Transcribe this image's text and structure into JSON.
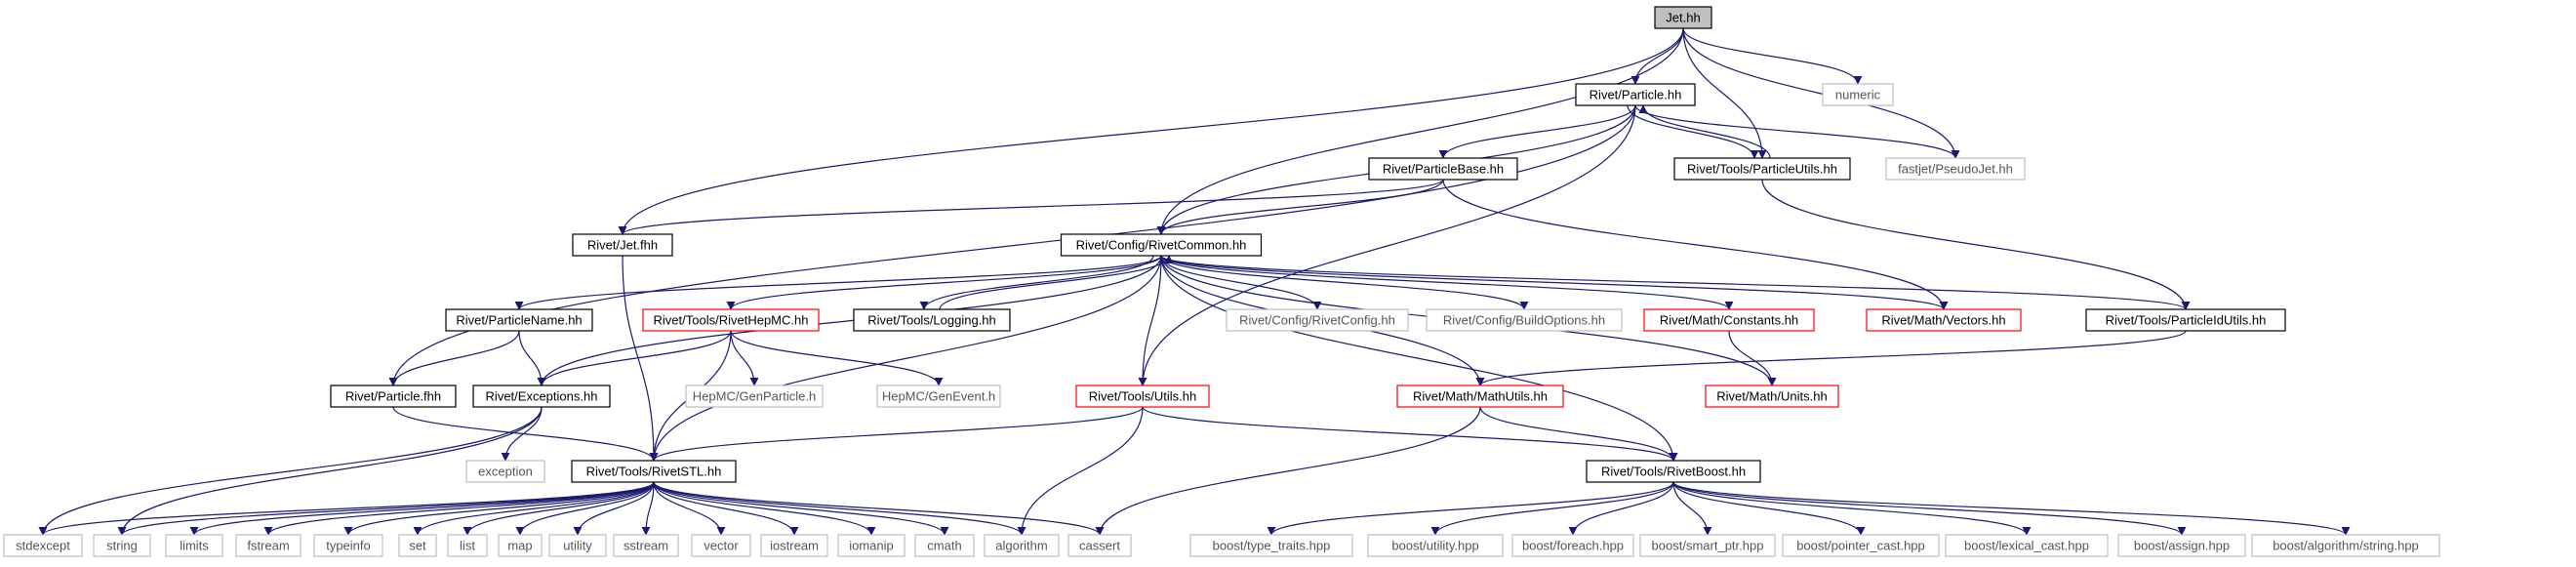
{
  "colors": {
    "edge": "#191970",
    "root_fill": "#bfbfbf",
    "local_border": "#000000",
    "truncated_border": "#ff0000",
    "system_border": "#bfbfbf",
    "system_text": "#555555",
    "text": "#000000"
  },
  "nodes": [
    {
      "id": "jet_hh",
      "label": "Jet.hh",
      "kind": "root"
    },
    {
      "id": "particle_hh",
      "label": "Rivet/Particle.hh",
      "kind": "local"
    },
    {
      "id": "numeric",
      "label": "numeric",
      "kind": "system"
    },
    {
      "id": "particleutils",
      "label": "Rivet/Tools/ParticleUtils.hh",
      "kind": "local"
    },
    {
      "id": "pseudojet",
      "label": "fastjet/PseudoJet.hh",
      "kind": "system"
    },
    {
      "id": "particlebase",
      "label": "Rivet/ParticleBase.hh",
      "kind": "local"
    },
    {
      "id": "jet_fhh",
      "label": "Rivet/Jet.fhh",
      "kind": "local"
    },
    {
      "id": "rivetcommon",
      "label": "Rivet/Config/RivetCommon.hh",
      "kind": "local"
    },
    {
      "id": "particlename",
      "label": "Rivet/ParticleName.hh",
      "kind": "local"
    },
    {
      "id": "rivethepmc",
      "label": "Rivet/Tools/RivetHepMC.hh",
      "kind": "truncated"
    },
    {
      "id": "logging",
      "label": "Rivet/Tools/Logging.hh",
      "kind": "local"
    },
    {
      "id": "rivetconfig",
      "label": "Rivet/Config/RivetConfig.hh",
      "kind": "system"
    },
    {
      "id": "buildoptions",
      "label": "Rivet/Config/BuildOptions.hh",
      "kind": "system"
    },
    {
      "id": "constants",
      "label": "Rivet/Math/Constants.hh",
      "kind": "truncated"
    },
    {
      "id": "vectors",
      "label": "Rivet/Math/Vectors.hh",
      "kind": "truncated"
    },
    {
      "id": "particleidutils",
      "label": "Rivet/Tools/ParticleIdUtils.hh",
      "kind": "local"
    },
    {
      "id": "particle_fhh",
      "label": "Rivet/Particle.fhh",
      "kind": "local"
    },
    {
      "id": "exceptions",
      "label": "Rivet/Exceptions.hh",
      "kind": "local"
    },
    {
      "id": "genparticle",
      "label": "HepMC/GenParticle.h",
      "kind": "system"
    },
    {
      "id": "genevent",
      "label": "HepMC/GenEvent.h",
      "kind": "system"
    },
    {
      "id": "utils",
      "label": "Rivet/Tools/Utils.hh",
      "kind": "truncated"
    },
    {
      "id": "mathutils",
      "label": "Rivet/Math/MathUtils.hh",
      "kind": "truncated"
    },
    {
      "id": "units",
      "label": "Rivet/Math/Units.hh",
      "kind": "truncated"
    },
    {
      "id": "exception",
      "label": "exception",
      "kind": "system"
    },
    {
      "id": "rivetstl",
      "label": "Rivet/Tools/RivetSTL.hh",
      "kind": "local"
    },
    {
      "id": "rivetboost",
      "label": "Rivet/Tools/RivetBoost.hh",
      "kind": "local"
    },
    {
      "id": "stdexcept",
      "label": "stdexcept",
      "kind": "system"
    },
    {
      "id": "string",
      "label": "string",
      "kind": "system"
    },
    {
      "id": "limits",
      "label": "limits",
      "kind": "system"
    },
    {
      "id": "fstream",
      "label": "fstream",
      "kind": "system"
    },
    {
      "id": "typeinfo",
      "label": "typeinfo",
      "kind": "system"
    },
    {
      "id": "set",
      "label": "set",
      "kind": "system"
    },
    {
      "id": "list",
      "label": "list",
      "kind": "system"
    },
    {
      "id": "map",
      "label": "map",
      "kind": "system"
    },
    {
      "id": "utility",
      "label": "utility",
      "kind": "system"
    },
    {
      "id": "sstream",
      "label": "sstream",
      "kind": "system"
    },
    {
      "id": "vector",
      "label": "vector",
      "kind": "system"
    },
    {
      "id": "iostream",
      "label": "iostream",
      "kind": "system"
    },
    {
      "id": "iomanip",
      "label": "iomanip",
      "kind": "system"
    },
    {
      "id": "cmath",
      "label": "cmath",
      "kind": "system"
    },
    {
      "id": "algorithm",
      "label": "algorithm",
      "kind": "system"
    },
    {
      "id": "cassert",
      "label": "cassert",
      "kind": "system"
    },
    {
      "id": "type_traits",
      "label": "boost/type_traits.hpp",
      "kind": "system"
    },
    {
      "id": "boost_utility",
      "label": "boost/utility.hpp",
      "kind": "system"
    },
    {
      "id": "foreach",
      "label": "boost/foreach.hpp",
      "kind": "system"
    },
    {
      "id": "smart_ptr",
      "label": "boost/smart_ptr.hpp",
      "kind": "system"
    },
    {
      "id": "pointer_cast",
      "label": "boost/pointer_cast.hpp",
      "kind": "system"
    },
    {
      "id": "lexical_cast",
      "label": "boost/lexical_cast.hpp",
      "kind": "system"
    },
    {
      "id": "assign",
      "label": "boost/assign.hpp",
      "kind": "system"
    },
    {
      "id": "boost_string",
      "label": "boost/algorithm/string.hpp",
      "kind": "system"
    }
  ],
  "edges": [
    [
      "jet_hh",
      "particle_hh"
    ],
    [
      "jet_hh",
      "numeric"
    ],
    [
      "jet_hh",
      "particleutils"
    ],
    [
      "jet_hh",
      "pseudojet"
    ],
    [
      "jet_hh",
      "jet_fhh"
    ],
    [
      "jet_hh",
      "rivetcommon"
    ],
    [
      "particle_hh",
      "particleutils"
    ],
    [
      "particleutils",
      "particle_hh"
    ],
    [
      "particle_hh",
      "pseudojet"
    ],
    [
      "particle_hh",
      "particlebase"
    ],
    [
      "particle_hh",
      "rivetcommon"
    ],
    [
      "particle_hh",
      "particle_fhh"
    ],
    [
      "particle_hh",
      "utils"
    ],
    [
      "particleutils",
      "particleidutils"
    ],
    [
      "particlebase",
      "jet_fhh"
    ],
    [
      "particlebase",
      "rivetcommon"
    ],
    [
      "particlebase",
      "vectors"
    ],
    [
      "jet_fhh",
      "rivetstl"
    ],
    [
      "rivetcommon",
      "particlename"
    ],
    [
      "rivetcommon",
      "rivethepmc"
    ],
    [
      "rivetcommon",
      "logging"
    ],
    [
      "logging",
      "rivetcommon"
    ],
    [
      "rivetcommon",
      "rivetconfig"
    ],
    [
      "rivetcommon",
      "buildoptions"
    ],
    [
      "rivetcommon",
      "constants"
    ],
    [
      "rivetcommon",
      "vectors"
    ],
    [
      "rivetcommon",
      "particleidutils"
    ],
    [
      "rivetcommon",
      "exceptions"
    ],
    [
      "rivetcommon",
      "utils"
    ],
    [
      "rivetcommon",
      "mathutils"
    ],
    [
      "rivetcommon",
      "units"
    ],
    [
      "rivetcommon",
      "rivetstl"
    ],
    [
      "rivetcommon",
      "rivetboost"
    ],
    [
      "particlename",
      "particle_fhh"
    ],
    [
      "particlename",
      "exceptions"
    ],
    [
      "rivethepmc",
      "exceptions"
    ],
    [
      "rivethepmc",
      "genparticle"
    ],
    [
      "rivethepmc",
      "genevent"
    ],
    [
      "rivethepmc",
      "rivetstl"
    ],
    [
      "constants",
      "units"
    ],
    [
      "particleidutils",
      "mathutils"
    ],
    [
      "particle_fhh",
      "rivetstl"
    ],
    [
      "exceptions",
      "exception"
    ],
    [
      "exceptions",
      "stdexcept"
    ],
    [
      "exceptions",
      "string"
    ],
    [
      "utils",
      "rivetstl"
    ],
    [
      "utils",
      "rivetboost"
    ],
    [
      "utils",
      "algorithm"
    ],
    [
      "mathutils",
      "rivetboost"
    ],
    [
      "mathutils",
      "cassert"
    ],
    [
      "rivetstl",
      "stdexcept"
    ],
    [
      "rivetstl",
      "string"
    ],
    [
      "rivetstl",
      "limits"
    ],
    [
      "rivetstl",
      "fstream"
    ],
    [
      "rivetstl",
      "typeinfo"
    ],
    [
      "rivetstl",
      "set"
    ],
    [
      "rivetstl",
      "list"
    ],
    [
      "rivetstl",
      "map"
    ],
    [
      "rivetstl",
      "utility"
    ],
    [
      "rivetstl",
      "sstream"
    ],
    [
      "rivetstl",
      "vector"
    ],
    [
      "rivetstl",
      "iostream"
    ],
    [
      "rivetstl",
      "iomanip"
    ],
    [
      "rivetstl",
      "cmath"
    ],
    [
      "rivetstl",
      "algorithm"
    ],
    [
      "rivetstl",
      "cassert"
    ],
    [
      "rivetboost",
      "type_traits"
    ],
    [
      "rivetboost",
      "boost_utility"
    ],
    [
      "rivetboost",
      "foreach"
    ],
    [
      "rivetboost",
      "smart_ptr"
    ],
    [
      "rivetboost",
      "pointer_cast"
    ],
    [
      "rivetboost",
      "lexical_cast"
    ],
    [
      "rivetboost",
      "assign"
    ],
    [
      "rivetboost",
      "boost_string"
    ]
  ]
}
